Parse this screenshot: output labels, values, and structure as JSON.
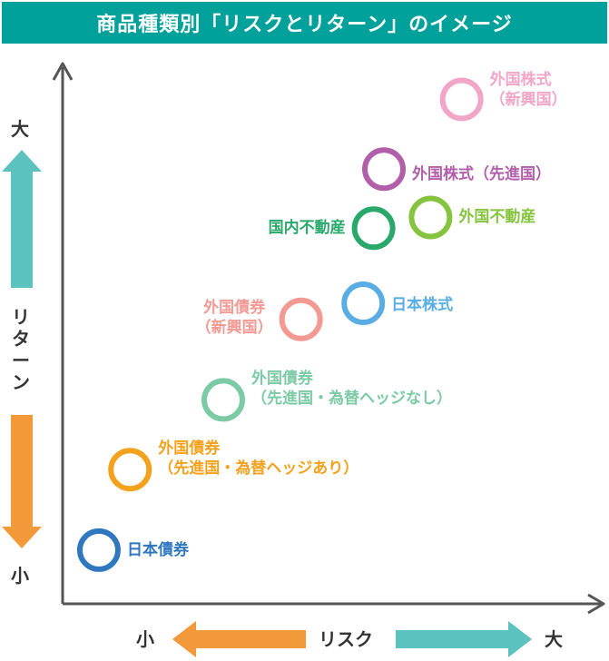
{
  "title": "商品種類別「リスクとリターン」のイメージ",
  "axis": {
    "x_title": "リスク",
    "y_title_chars": [
      "リ",
      "タ",
      "ー",
      "ン"
    ],
    "low": "小",
    "high": "大"
  },
  "chart_data": {
    "type": "scatter",
    "title": "商品種類別「リスクとリターン」のイメージ",
    "xlabel": "リスク",
    "ylabel": "リターン",
    "x_scale": "qualitative (小 → 大)",
    "y_scale": "qualitative (小 → 大)",
    "grid": false,
    "points": [
      {
        "label": [
          "日本債券"
        ],
        "color": "#2f77be",
        "x": 0.07,
        "y": 0.1
      },
      {
        "label": [
          "外国債券",
          "（先進国・為替ヘッジあり）"
        ],
        "color": "#f4a11d",
        "x": 0.13,
        "y": 0.25
      },
      {
        "label": [
          "外国債券",
          "（先進国・為替ヘッジなし）"
        ],
        "color": "#7dcaa6",
        "x": 0.31,
        "y": 0.38
      },
      {
        "label": [
          "外国債券",
          "（新興国）"
        ],
        "color": "#f29a93",
        "x": 0.46,
        "y": 0.53
      },
      {
        "label": [
          "日本株式"
        ],
        "color": "#5aade3",
        "x": 0.58,
        "y": 0.56
      },
      {
        "label": [
          "国内不動産"
        ],
        "color": "#2aa86b",
        "x": 0.6,
        "y": 0.7
      },
      {
        "label": [
          "外国不動産"
        ],
        "color": "#86c440",
        "x": 0.71,
        "y": 0.72
      },
      {
        "label": [
          "外国株式（先進国）"
        ],
        "color": "#b15fa8",
        "x": 0.62,
        "y": 0.81
      },
      {
        "label": [
          "外国株式",
          "（新興国）"
        ],
        "color": "#f1a6c8",
        "x": 0.77,
        "y": 0.94
      }
    ]
  },
  "colors": {
    "title_bar": "#00a19a",
    "axis": "#555555",
    "arrow_teal": "#5bc2bf",
    "arrow_orange": "#f29a3a"
  }
}
